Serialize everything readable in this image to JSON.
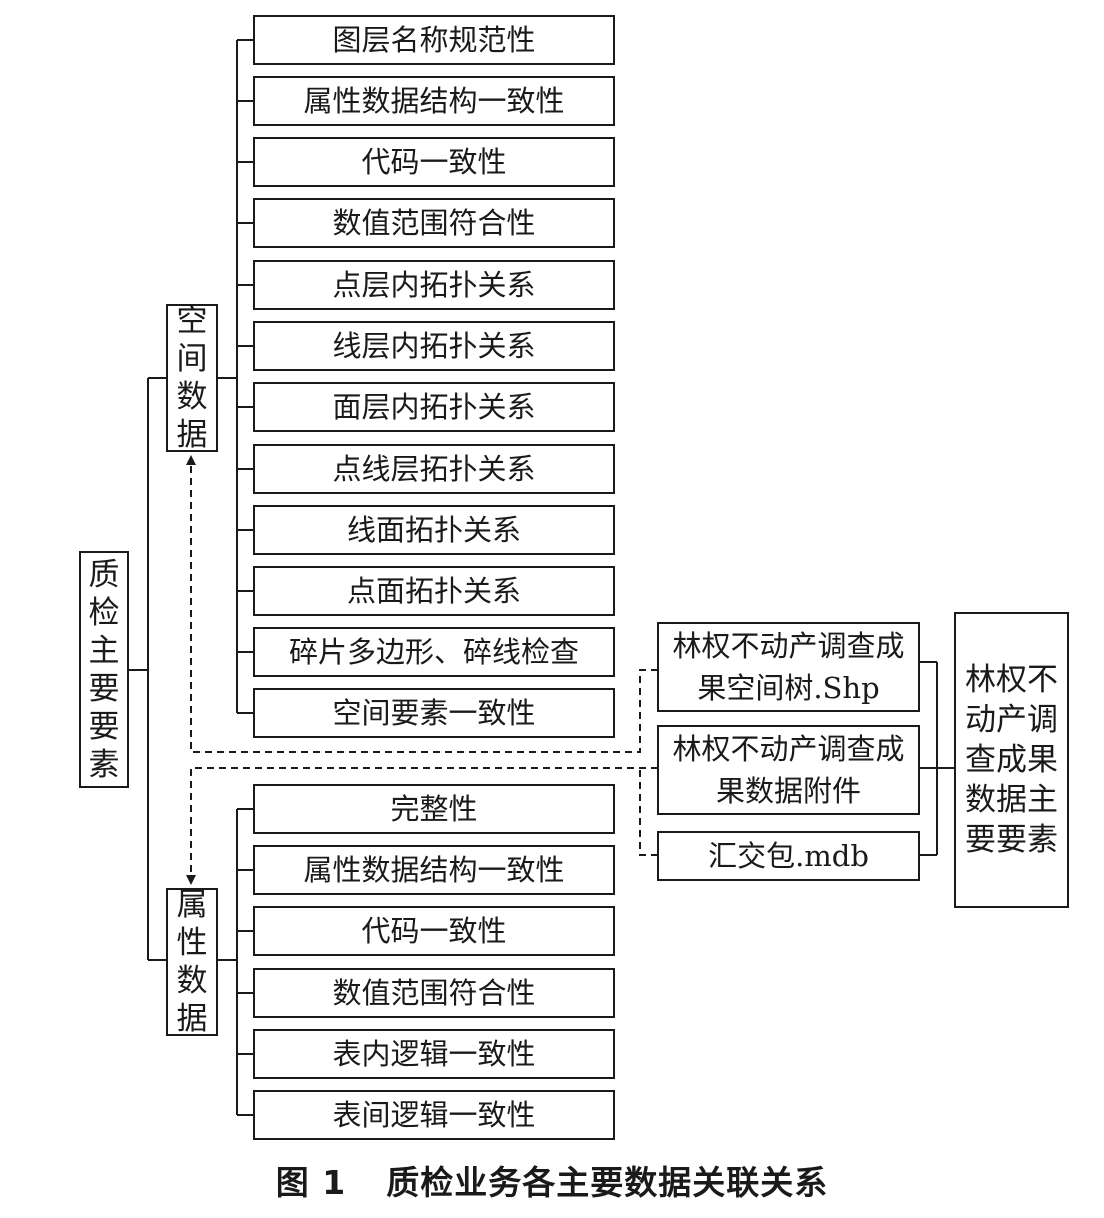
{
  "root": {
    "label": "质检主要要素"
  },
  "spatial": {
    "label": "空间数据",
    "items": [
      "图层名称规范性",
      "属性数据结构一致性",
      "代码一致性",
      "数值范围符合性",
      "点层内拓扑关系",
      "线层内拓扑关系",
      "面层内拓扑关系",
      "点线层拓扑关系",
      "线面拓扑关系",
      "点面拓扑关系",
      "碎片多边形、碎线检查",
      "空间要素一致性"
    ]
  },
  "attribute": {
    "label": "属性数据",
    "items": [
      "完整性",
      "属性数据结构一致性",
      "代码一致性",
      "数值范围符合性",
      "表内逻辑一致性",
      "表间逻辑一致性"
    ]
  },
  "sources": {
    "items": [
      "林权不动产调查成果空间树.Shp",
      "林权不动产调查成果数据附件",
      "汇交包.mdb"
    ]
  },
  "result": {
    "label": "林权不动产调查成果数据主要要素"
  },
  "caption": {
    "number": "图 1",
    "text": "质检业务各主要数据关联关系"
  },
  "colors": {
    "line": "#1a1a1a",
    "background": "#ffffff"
  }
}
